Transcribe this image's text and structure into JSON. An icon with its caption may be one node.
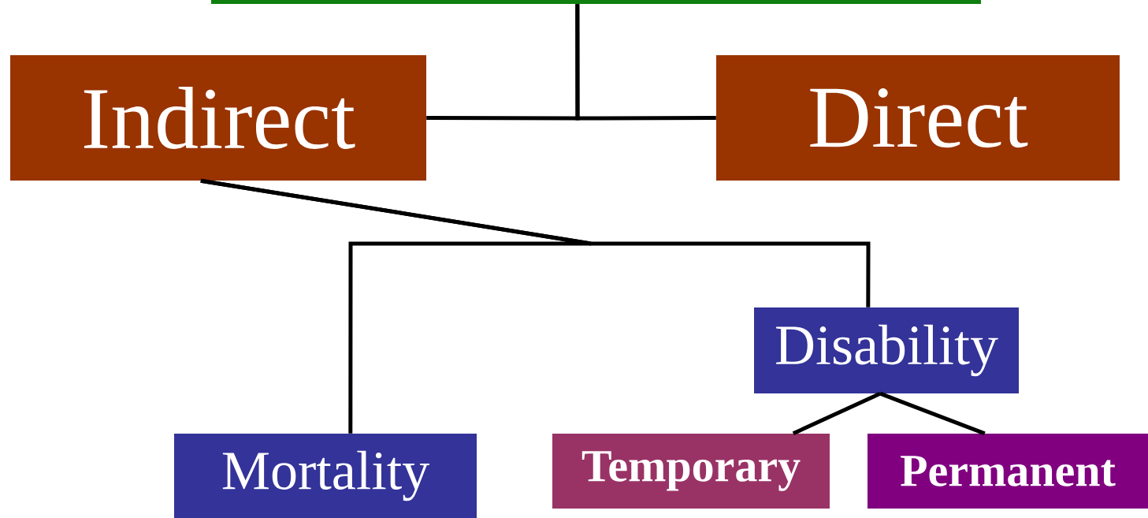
{
  "diagram": {
    "nodes": [
      {
        "text": [],
        "shape": "bar"
      },
      {
        "text": [
          "Indirect"
        ]
      },
      {
        "text": [
          "Direct"
        ]
      },
      {
        "text": [
          "Disability"
        ]
      },
      {
        "text": [
          "Mortality"
        ]
      },
      {
        "text": [
          "Temporary"
        ]
      },
      {
        "text": [
          "Permanent"
        ]
      }
    ],
    "edges": [
      {
        "from": 0,
        "to": 1,
        "arrow": "none"
      },
      {
        "from": 0,
        "to": 2,
        "arrow": "none"
      },
      {
        "from": 1,
        "to": 4,
        "arrow": "none"
      },
      {
        "from": 1,
        "to": 3,
        "arrow": "none"
      },
      {
        "from": 3,
        "to": 5,
        "arrow": "none"
      },
      {
        "from": 3,
        "to": 6,
        "arrow": "none"
      }
    ]
  }
}
